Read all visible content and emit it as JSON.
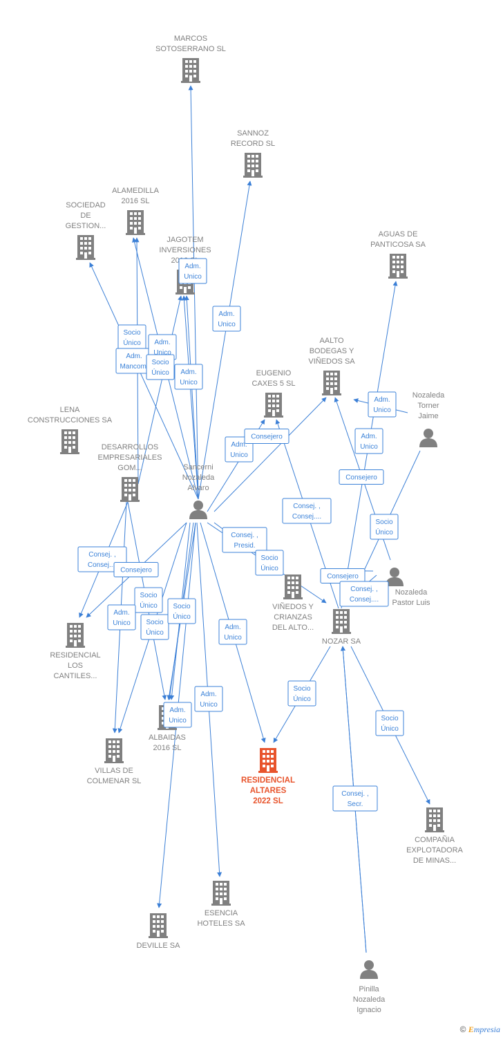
{
  "colors": {
    "edge": "#3b7fd6",
    "company": "#808080",
    "main_company": "#e8542c",
    "person": "#808080"
  },
  "nodes": [
    {
      "id": "marcos",
      "type": "company",
      "label": [
        "MARCOS",
        "SOTOSERRANO SL"
      ]
    },
    {
      "id": "sannoz",
      "type": "company",
      "label": [
        "SANNOZ",
        "RECORD SL"
      ]
    },
    {
      "id": "alamedilla",
      "type": "company",
      "label": [
        "ALAMEDILLA",
        "2016  SL"
      ]
    },
    {
      "id": "sociedad",
      "type": "company",
      "label": [
        "SOCIEDAD",
        "DE",
        "GESTION..."
      ]
    },
    {
      "id": "jagotem",
      "type": "company",
      "label": [
        "JAGOTEM",
        "INVERSIONES",
        "2016  SL"
      ]
    },
    {
      "id": "aguas",
      "type": "company",
      "label": [
        "AGUAS DE",
        "PANTICOSA SA"
      ]
    },
    {
      "id": "aalto",
      "type": "company",
      "label": [
        "AALTO",
        "BODEGAS Y",
        "VIÑEDOS SA"
      ]
    },
    {
      "id": "eugenio",
      "type": "company",
      "label": [
        "EUGENIO",
        "CAXES 5  SL"
      ]
    },
    {
      "id": "lena",
      "type": "company",
      "label": [
        "LENA",
        "CONSTRUCCIONES SA"
      ]
    },
    {
      "id": "desarrollos",
      "type": "company",
      "label": [
        "DESARROLLOS",
        "EMPRESARIALES",
        "GOM..."
      ]
    },
    {
      "id": "sancerni",
      "type": "person",
      "label": [
        "Sancerni",
        "Nozaleda",
        "Alvaro"
      ]
    },
    {
      "id": "torner",
      "type": "person",
      "label": [
        "Nozaleda",
        "Torner",
        "Jaime"
      ]
    },
    {
      "id": "pastor",
      "type": "person",
      "label": [
        "Nozaleda",
        "Pastor Luis"
      ]
    },
    {
      "id": "vinedos",
      "type": "company",
      "label": [
        "VIÑEDOS Y",
        "CRIANZAS",
        "DEL ALTO..."
      ]
    },
    {
      "id": "nozar",
      "type": "company",
      "label": [
        "NOZAR SA"
      ]
    },
    {
      "id": "cantiles",
      "type": "company",
      "label": [
        "RESIDENCIAL",
        "LOS",
        "CANTILES..."
      ]
    },
    {
      "id": "albaidas",
      "type": "company",
      "label": [
        "ALBAIDAS",
        "2016  SL"
      ]
    },
    {
      "id": "villas",
      "type": "company",
      "label": [
        "VILLAS DE",
        "COLMENAR SL"
      ]
    },
    {
      "id": "altares",
      "type": "main",
      "label": [
        "RESIDENCIAL",
        "ALTARES",
        "2022  SL"
      ]
    },
    {
      "id": "compania",
      "type": "company",
      "label": [
        "COMPAÑIA",
        "EXPLOTADORA",
        "DE MINAS..."
      ]
    },
    {
      "id": "esencia",
      "type": "company",
      "label": [
        "ESENCIA",
        "HOTELES SA"
      ]
    },
    {
      "id": "deville",
      "type": "company",
      "label": [
        "DEVILLE SA"
      ]
    },
    {
      "id": "pinilla",
      "type": "person",
      "label": [
        "Pinilla",
        "Nozaleda",
        "Ignacio"
      ]
    }
  ],
  "edges": [
    {
      "from": "sancerni",
      "to": "marcos",
      "label": [
        "Adm.",
        "Unico"
      ]
    },
    {
      "from": "sancerni",
      "to": "sannoz",
      "label": [
        "Adm.",
        "Unico"
      ]
    },
    {
      "from": "sancerni",
      "to": "alamedilla",
      "label": [
        "Socio",
        "Único"
      ]
    },
    {
      "from": "sancerni",
      "to": "sociedad",
      "label": [
        "Adm.",
        "Mancom."
      ]
    },
    {
      "from": "sancerni",
      "to": "jagotem",
      "label": [
        "Adm.",
        "Unico"
      ]
    },
    {
      "from": "desarrollos",
      "to": "jagotem",
      "label": [
        "Socio",
        "Único"
      ]
    },
    {
      "from": "desarrollos",
      "to": "alamedilla",
      "label": [
        "Adm.",
        "Unico"
      ]
    },
    {
      "from": "sancerni",
      "to": "jagotem",
      "label": [
        "Adm.",
        "Unico"
      ]
    },
    {
      "from": "sancerni",
      "to": "eugenio",
      "label": [
        "Adm.",
        "Unico"
      ]
    },
    {
      "from": "sancerni",
      "to": "aalto",
      "label": [
        "Consejero"
      ]
    },
    {
      "from": "sancerni",
      "to": "desarrollos",
      "label": [
        "Adm.",
        "Unico"
      ]
    },
    {
      "from": "sancerni",
      "to": "desarrollos",
      "label": [
        "Adm.",
        "Unico"
      ]
    },
    {
      "from": "torner",
      "to": "aalto",
      "label": [
        "Consejero"
      ]
    },
    {
      "from": "nozar",
      "to": "aguas",
      "label": [
        "Socio",
        "Único"
      ]
    },
    {
      "from": "pastor",
      "to": "aalto",
      "label": [
        "Consej. ,",
        "Consej...."
      ]
    },
    {
      "from": "torner",
      "to": "nozar",
      "label": [
        "Consej. ,",
        "Presid."
      ]
    },
    {
      "from": "nozar",
      "to": "eugenio",
      "label": [
        "Socio",
        "Único"
      ]
    },
    {
      "from": "sancerni",
      "to": "vinedos",
      "label": [
        "Consejero"
      ]
    },
    {
      "from": "sancerni",
      "to": "nozar",
      "label": [
        "Consej. ,",
        "Consej...."
      ]
    },
    {
      "from": "pastor",
      "to": "vinedos",
      "label": [
        "Consej. ,",
        "Consej...."
      ]
    },
    {
      "from": "pastor",
      "to": "nozar",
      "label": [
        "Consejero"
      ]
    },
    {
      "from": "desarrollos",
      "to": "cantiles",
      "label": [
        "Socio",
        "Único"
      ]
    },
    {
      "from": "sancerni",
      "to": "cantiles",
      "label": [
        "Adm.",
        "Unico"
      ]
    },
    {
      "from": "desarrollos",
      "to": "albaidas",
      "label": [
        "Socio",
        "Único"
      ]
    },
    {
      "from": "desarrollos",
      "to": "villas",
      "label": [
        "Socio",
        "Único"
      ]
    },
    {
      "from": "sancerni",
      "to": "villas",
      "label": [
        "Adm.",
        "Unico"
      ]
    },
    {
      "from": "sancerni",
      "to": "albaidas",
      "label": [
        "Adm.",
        "Unico"
      ]
    },
    {
      "from": "sancerni",
      "to": "albaidas",
      "label": [
        "Adm.",
        "Unico"
      ]
    },
    {
      "from": "sancerni",
      "to": "altares",
      "label": [
        "Adm.",
        "Unico"
      ]
    },
    {
      "from": "sancerni",
      "to": "esencia",
      "label": [
        "Adm.",
        "Unico"
      ]
    },
    {
      "from": "sancerni",
      "to": "deville",
      "label": []
    },
    {
      "from": "nozar",
      "to": "altares",
      "label": [
        "Socio",
        "Único"
      ]
    },
    {
      "from": "nozar",
      "to": "compania",
      "label": [
        "Socio",
        "Único"
      ]
    },
    {
      "from": "pinilla",
      "to": "nozar",
      "label": [
        "Consej. ,",
        "Secr."
      ]
    }
  ],
  "footer": {
    "copyright": "©",
    "brand_e": "E",
    "brand_rest": "mpresia"
  }
}
